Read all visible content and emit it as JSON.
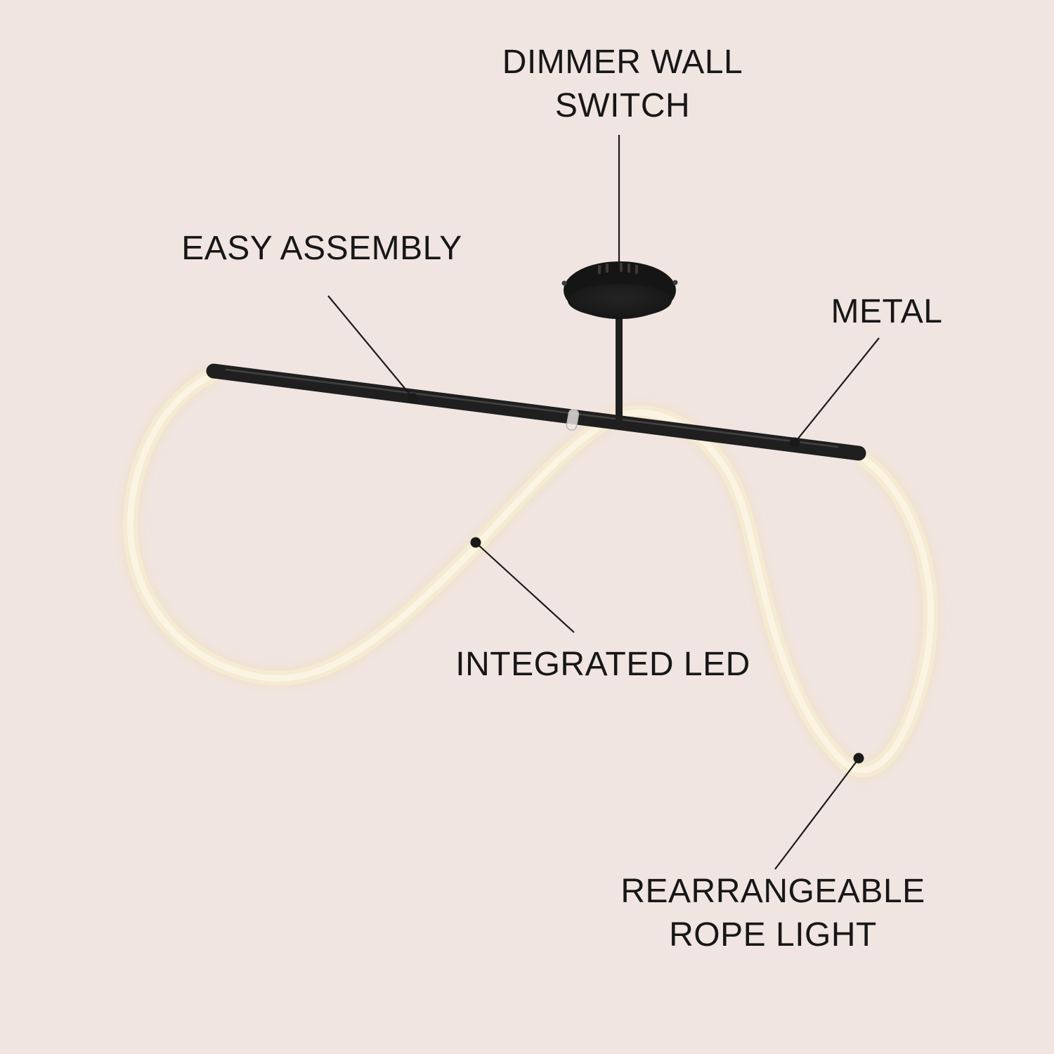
{
  "diagram": {
    "subject": "rope light ceiling fixture",
    "annotations": {
      "dimmer_wall_switch": {
        "label": "DIMMER WALL\nSWITCH"
      },
      "easy_assembly": {
        "label": "EASY ASSEMBLY"
      },
      "metal": {
        "label": "METAL"
      },
      "integrated_led": {
        "label": "INTEGRATED LED"
      },
      "rearrangeable_rope_light": {
        "label": "REARRANGEABLE\nROPE LIGHT"
      }
    }
  },
  "colors": {
    "background": "#f0e5e1",
    "ink": "#1a1a1a",
    "label": "#171717",
    "metal": "#1f1f1f",
    "metal_dark": "#151515",
    "rope": "#f5ead2",
    "rope_core": "#fcf5e4",
    "rope_glow": "#f0e0bf"
  }
}
